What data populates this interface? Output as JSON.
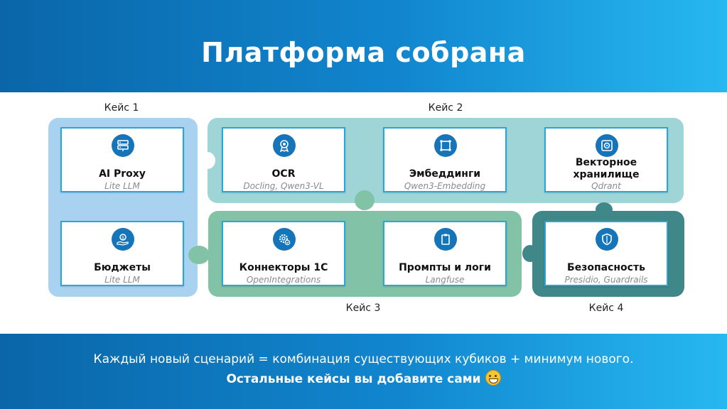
{
  "title": "Платформа собрана",
  "cases": {
    "case1": "Кейс 1",
    "case2": "Кейс 2",
    "case3": "Кейс 3",
    "case4": "Кейс 4"
  },
  "cards": {
    "ai_proxy": {
      "title": "AI Proxy",
      "subtitle": "Lite LLM",
      "icon": "server-icon"
    },
    "ocr": {
      "title": "OCR",
      "subtitle": "Docling, Qwen3-VL",
      "icon": "award-icon"
    },
    "embeddings": {
      "title": "Эмбеддинги",
      "subtitle": "Qwen3-Embedding",
      "icon": "nodes-icon"
    },
    "vector_store": {
      "title_line1": "Векторное",
      "title_line2": "хранилище",
      "subtitle": "Qdrant",
      "icon": "storage-icon"
    },
    "budgets": {
      "title": "Бюджеты",
      "subtitle": "Lite LLM",
      "icon": "money-hand-icon"
    },
    "connectors": {
      "title": "Коннекторы 1С",
      "subtitle": "OpenIntegrations",
      "icon": "gear-check-icon"
    },
    "prompts": {
      "title": "Промпты и логи",
      "subtitle": "Langfuse",
      "icon": "clipboard-icon"
    },
    "security": {
      "title": "Безопасность",
      "subtitle": "Presidio, Guardrails",
      "icon": "shield-icon"
    }
  },
  "footer": {
    "line1": "Каждый новый сценарий = комбинация существующих кубиков + минимум нового.",
    "line2": "Остальные кейсы вы добавите сами",
    "emoji": "grinning-face-icon"
  },
  "colors": {
    "header_start": "#0a66a8",
    "header_end": "#27b8f0",
    "case1_zone": "#a9d2f1",
    "case2_zone": "#9fd5d6",
    "case3_zone": "#82c2a6",
    "case4_zone": "#3f8788",
    "card_border": "#2aa6df",
    "icon_circle": "#1575b8"
  }
}
